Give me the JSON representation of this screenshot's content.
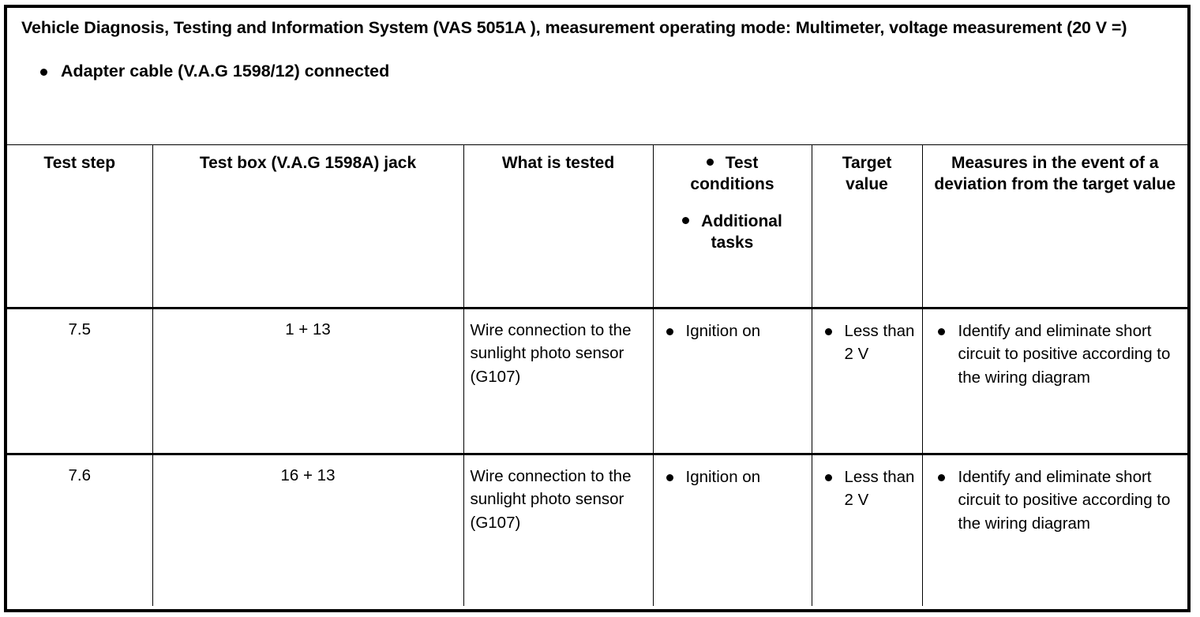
{
  "document": {
    "title": "Vehicle Diagnosis, Testing and Information System (VAS 5051A ), measurement operating mode: Multimeter, voltage measurement (20 V =)",
    "preconditions": [
      "Adapter cable (V.A.G 1598/12) connected"
    ]
  },
  "table": {
    "headers": {
      "test_step": "Test step",
      "test_box_jack": "Test box (V.A.G 1598A) jack",
      "what_is_tested": "What is tested",
      "conditions_line1": "Test",
      "conditions_line2": "conditions",
      "additional_line1": "Additional",
      "additional_line2": "tasks",
      "target_value": "Target value",
      "measures": "Measures in the event of a deviation from the target value"
    },
    "rows": [
      {
        "test_step": "7.5",
        "test_box_jack": "1 + 13",
        "what_is_tested": "Wire connection to the sunlight photo sensor (G107)",
        "test_conditions": [
          "Ignition on"
        ],
        "target_value": [
          "Less than 2 V"
        ],
        "measures": [
          "Identify and eliminate short circuit to positive according to the wiring diagram"
        ]
      },
      {
        "test_step": "7.6",
        "test_box_jack": "16 + 13",
        "what_is_tested": "Wire connection to the sunlight photo sensor (G107)",
        "test_conditions": [
          "Ignition on"
        ],
        "target_value": [
          "Less than 2 V"
        ],
        "measures": [
          "Identify and eliminate short circuit to positive according to the wiring diagram"
        ]
      }
    ]
  },
  "colors": {
    "ink": "#000000",
    "paper": "#ffffff"
  }
}
